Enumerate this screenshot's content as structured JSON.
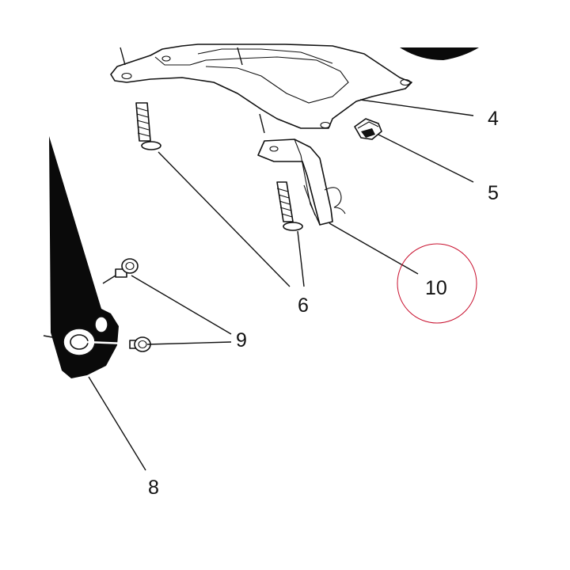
{
  "diagram": {
    "callouts": [
      {
        "id": "4",
        "label": "4"
      },
      {
        "id": "5",
        "label": "5"
      },
      {
        "id": "6",
        "label": "6"
      },
      {
        "id": "8",
        "label": "8"
      },
      {
        "id": "9",
        "label": "9"
      },
      {
        "id": "10",
        "label": "10"
      }
    ],
    "highlight": {
      "target": "10",
      "color": "#c8102e"
    },
    "colors": {
      "line": "#111111",
      "fill": "#ffffff",
      "dark_part": "#0a0a0a"
    }
  }
}
